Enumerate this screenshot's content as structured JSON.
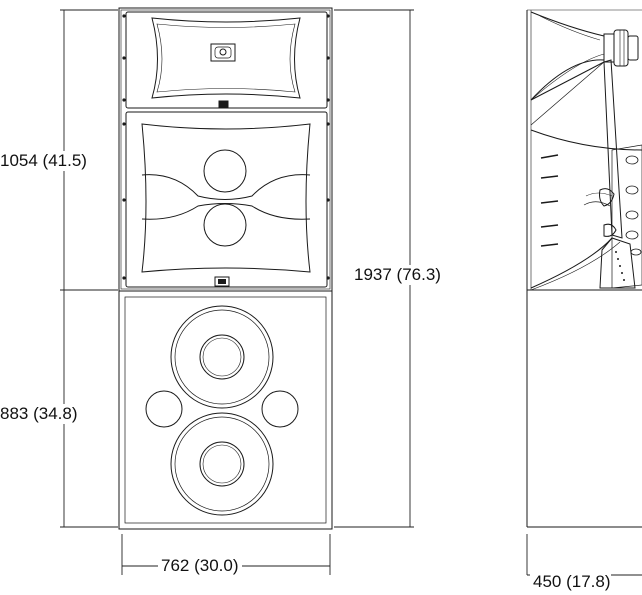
{
  "dimensions": {
    "upper_height": "1054 (41.5)",
    "lower_height": "883 (34.8)",
    "total_height": "1937 (76.3)",
    "width": "762 (30.0)",
    "depth": "450 (17.8)"
  },
  "icons": {
    "logo": "jbl-logo-badge"
  },
  "colors": {
    "line": "#1a1a1a",
    "background": "#ffffff"
  }
}
